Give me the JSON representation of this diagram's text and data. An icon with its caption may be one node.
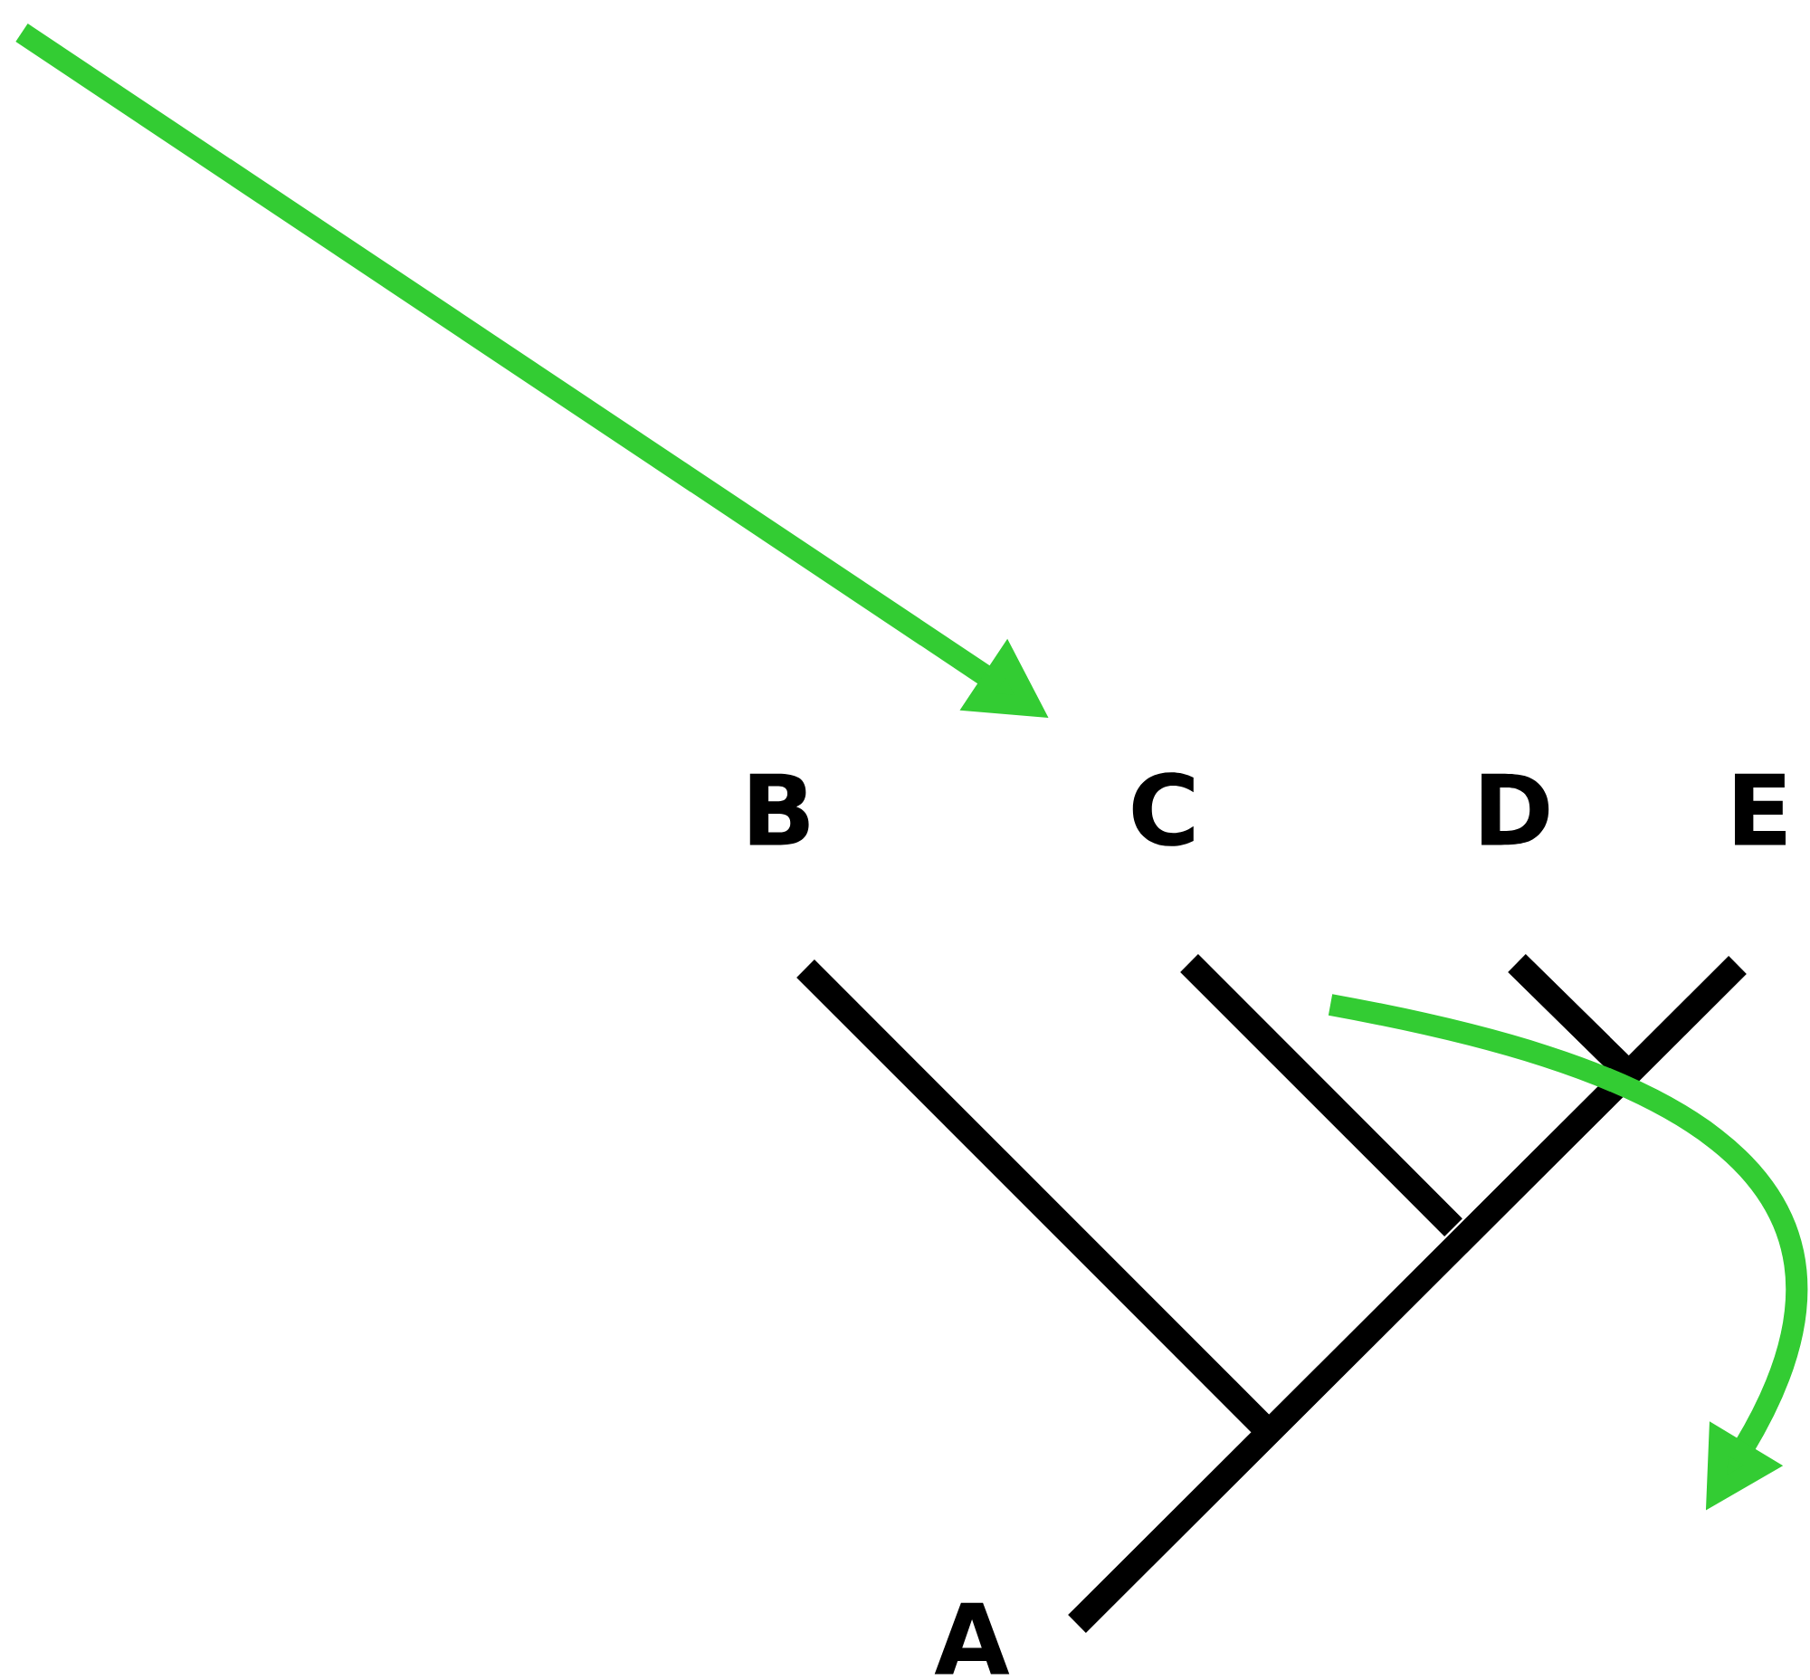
{
  "diagram": {
    "labels": [
      "B",
      "C",
      "D",
      "E",
      "A"
    ]
  }
}
